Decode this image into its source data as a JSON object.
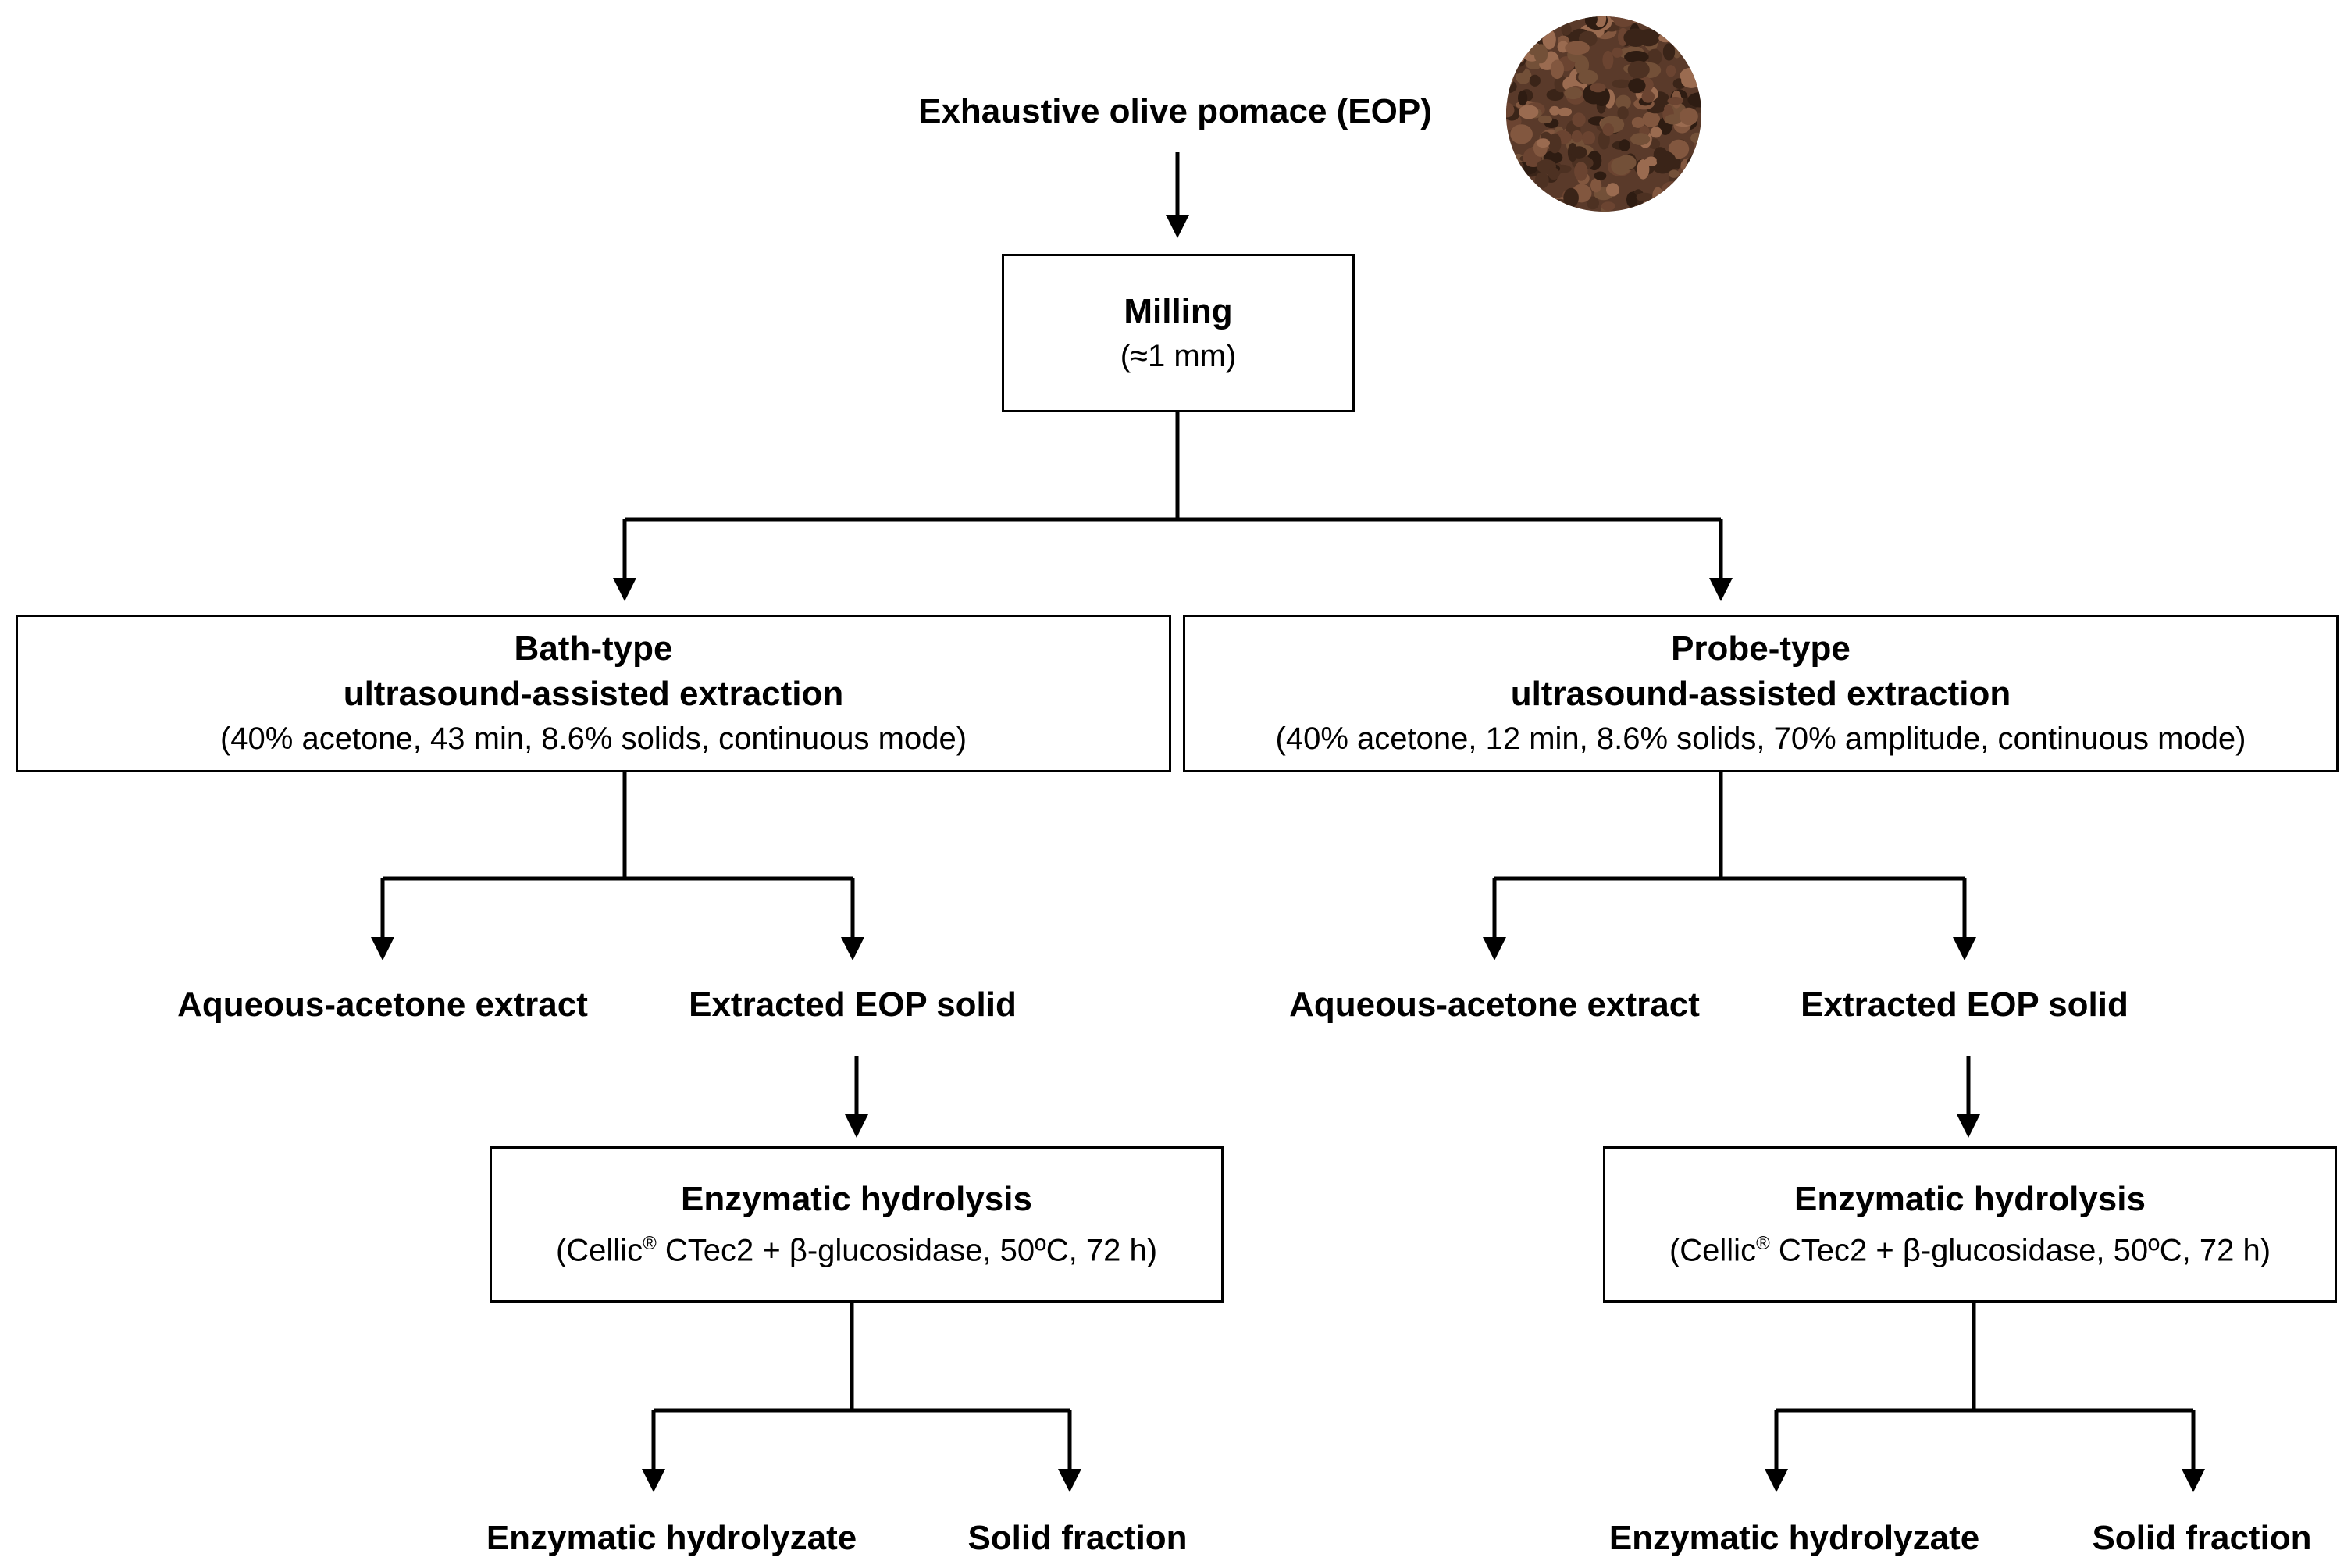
{
  "source": {
    "label": "Exhaustive olive pomace (EOP)",
    "image_icon": "olive-pomace-pellets-photo"
  },
  "milling": {
    "title": "Milling",
    "detail": "(≈1 mm)"
  },
  "branches": [
    {
      "title_line1": "Bath-type",
      "title_line2": "ultrasound-assisted extraction",
      "detail": "(40% acetone, 43 min, 8.6% solids, continuous mode)",
      "outputs": {
        "extract": "Aqueous-acetone extract",
        "solid": "Extracted EOP solid"
      },
      "hydrolysis": {
        "title": "Enzymatic hydrolysis",
        "detail_prefix": "(Cellic",
        "detail_sup": "®",
        "detail_suffix": " CTec2 + β-glucosidase, 50ºC, 72 h)"
      },
      "final": {
        "hydrolyzate": "Enzymatic hydrolyzate",
        "solid": "Solid fraction"
      }
    },
    {
      "title_line1": "Probe-type",
      "title_line2": "ultrasound-assisted extraction",
      "detail": "(40% acetone, 12 min, 8.6% solids, 70% amplitude, continuous mode)",
      "outputs": {
        "extract": "Aqueous-acetone extract",
        "solid": "Extracted EOP solid"
      },
      "hydrolysis": {
        "title": "Enzymatic hydrolysis",
        "detail_prefix": "(Cellic",
        "detail_sup": "®",
        "detail_suffix": " CTec2 + β-glucosidase, 50ºC, 72 h)"
      },
      "final": {
        "hydrolyzate": "Enzymatic hydrolyzate",
        "solid": "Solid fraction"
      }
    }
  ],
  "colors": {
    "line": "#000000",
    "pellet": "#5a3a2a"
  }
}
